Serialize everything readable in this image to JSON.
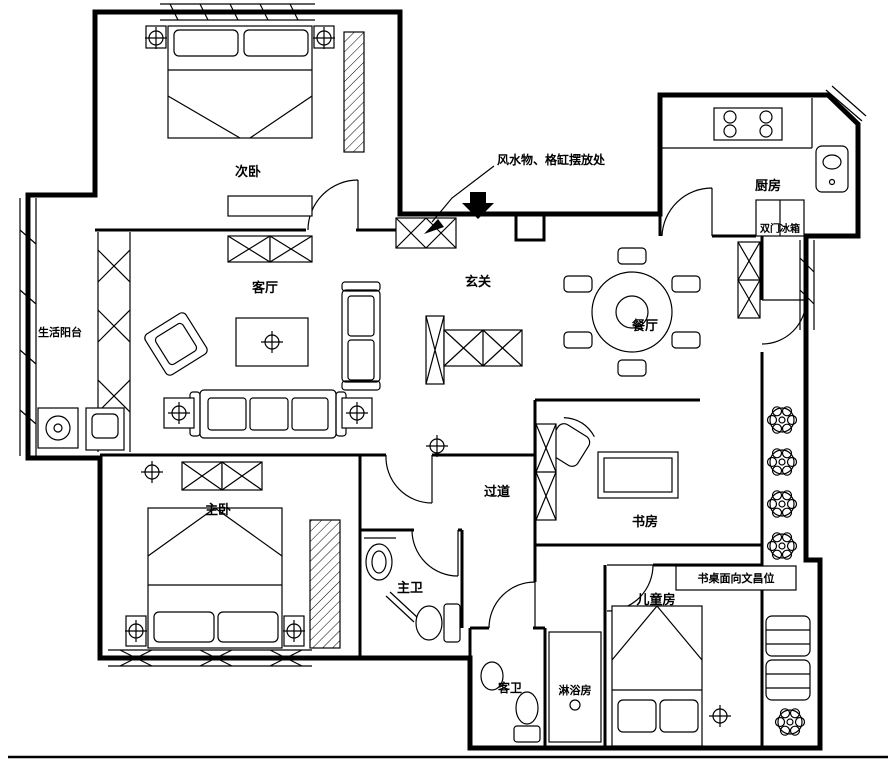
{
  "plan": {
    "background": "#ffffff",
    "line_color": "#000000",
    "rooms": {
      "secondary_bedroom": "次卧",
      "living_room": "客厅",
      "service_balcony": "生活阳台",
      "entry_hall": "玄关",
      "kitchen": "厨房",
      "double_door_fridge": "双门冰箱",
      "dining_room": "餐厅",
      "corridor": "过道",
      "study": "书房",
      "master_bedroom": "主卧",
      "master_bathroom": "主卫",
      "guest_bathroom": "客卫",
      "shower_room": "淋浴房",
      "kids_room": "儿童房"
    },
    "annotations": {
      "fengshui_placement": "风水物、格缸摆放处",
      "desk_wenchang": "书桌面向文昌位"
    }
  }
}
